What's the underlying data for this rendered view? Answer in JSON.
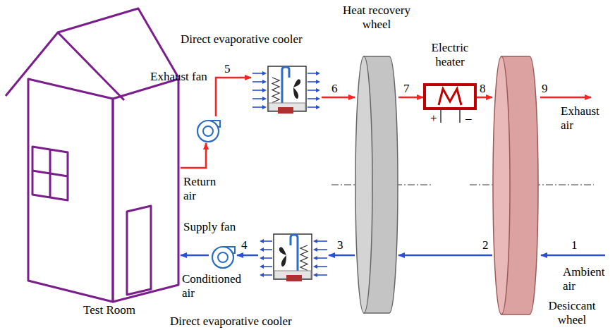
{
  "diagram": {
    "nodes": [
      {
        "text": [
          "Test Room"
        ]
      },
      {
        "text": [
          "Exhaust fan"
        ]
      },
      {
        "text": [
          "Direct evaporative cooler"
        ]
      },
      {
        "text": [
          "Heat recovery wheel"
        ]
      },
      {
        "text": [
          "Electric heater"
        ]
      },
      {
        "text": [
          "Desiccant wheel"
        ]
      },
      {
        "text": [
          "Direct evaporative cooler"
        ]
      },
      {
        "text": [
          "Supply fan"
        ]
      }
    ],
    "edges": [
      {
        "from": 0,
        "to": 1,
        "arrow": "to"
      },
      {
        "from": 1,
        "to": 2,
        "arrow": "to"
      },
      {
        "from": 2,
        "to": 3,
        "arrow": "to"
      },
      {
        "from": 3,
        "to": 4,
        "arrow": "to"
      },
      {
        "from": 4,
        "to": 5,
        "arrow": "to"
      },
      {
        "from": 5,
        "to": 3,
        "arrow": "to"
      },
      {
        "from": 3,
        "to": 6,
        "arrow": "to"
      },
      {
        "from": 6,
        "to": 7,
        "arrow": "to"
      },
      {
        "from": 7,
        "to": 0,
        "arrow": "to"
      }
    ],
    "labels": [
      "Return air",
      "5",
      "6",
      "7",
      "8",
      "9",
      "Exhaust air",
      "+",
      "–",
      "1",
      "Ambient air",
      "2",
      "3",
      "4",
      "Conditioned air"
    ]
  }
}
